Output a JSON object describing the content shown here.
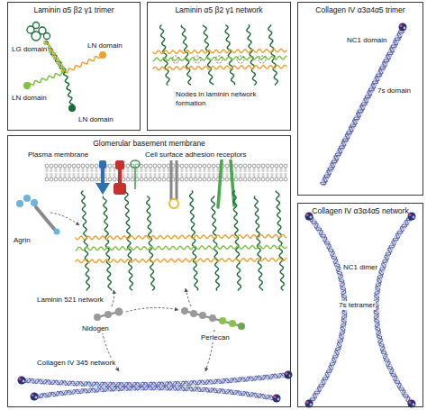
{
  "diagram": {
    "nodes": [
      {
        "text": [
          "Laminin α5 β2 γ1 trimer"
        ]
      },
      {
        "text": [
          "Laminin α5 β2 γ1 network"
        ]
      },
      {
        "text": [
          "Collagen IV α3α4α5 trimer"
        ]
      },
      {
        "text": [
          "Glomerular basement membrane"
        ]
      },
      {
        "text": [
          "Collagen IV α3α4α5 network"
        ]
      }
    ],
    "labels": [
      "LG domain",
      "LN domain",
      "LN domain",
      "LN domain",
      "Nodes in laminin network formation",
      "NC1 domain",
      "7s domain",
      "Plasma membrane",
      "Cell surface adhesion receptors",
      "Agrin",
      "Laminin 521 network",
      "Nidogen",
      "Perlecan",
      "Collagen IV 345 network",
      "NC1 dimer",
      "7s tetramer"
    ]
  }
}
